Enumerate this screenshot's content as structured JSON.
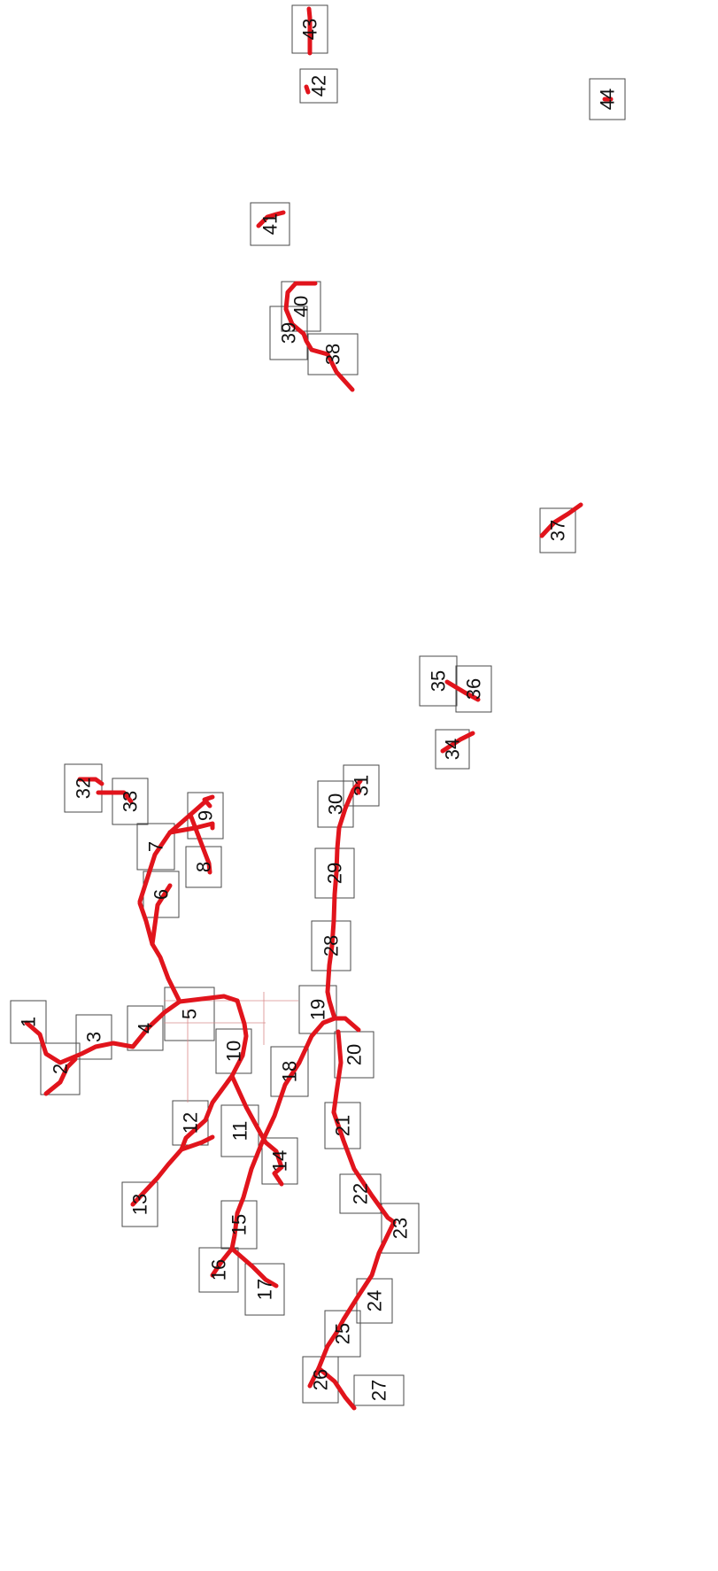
{
  "diagram": {
    "colors": {
      "trace": "#e1141c",
      "tile_border": "#4a4a4a",
      "guide_line": "#d98b8b",
      "label": "#111111",
      "background": "#ffffff"
    },
    "tiles": [
      {
        "label": "1"
      },
      {
        "label": "2"
      },
      {
        "label": "3"
      },
      {
        "label": "4"
      },
      {
        "label": "5"
      },
      {
        "label": "6"
      },
      {
        "label": "7"
      },
      {
        "label": "8"
      },
      {
        "label": "9"
      },
      {
        "label": "10"
      },
      {
        "label": "11"
      },
      {
        "label": "12"
      },
      {
        "label": "13"
      },
      {
        "label": "14"
      },
      {
        "label": "15"
      },
      {
        "label": "16"
      },
      {
        "label": "17"
      },
      {
        "label": "18"
      },
      {
        "label": "19"
      },
      {
        "label": "20"
      },
      {
        "label": "21"
      },
      {
        "label": "22"
      },
      {
        "label": "23"
      },
      {
        "label": "24"
      },
      {
        "label": "25"
      },
      {
        "label": "26"
      },
      {
        "label": "27"
      },
      {
        "label": "28"
      },
      {
        "label": "29"
      },
      {
        "label": "30"
      },
      {
        "label": "31"
      },
      {
        "label": "32"
      },
      {
        "label": "33"
      },
      {
        "label": "34"
      },
      {
        "label": "35"
      },
      {
        "label": "36"
      },
      {
        "label": "37"
      },
      {
        "label": "38"
      },
      {
        "label": "39"
      },
      {
        "label": "40"
      },
      {
        "label": "41"
      },
      {
        "label": "42"
      },
      {
        "label": "43"
      },
      {
        "label": "44"
      }
    ]
  }
}
